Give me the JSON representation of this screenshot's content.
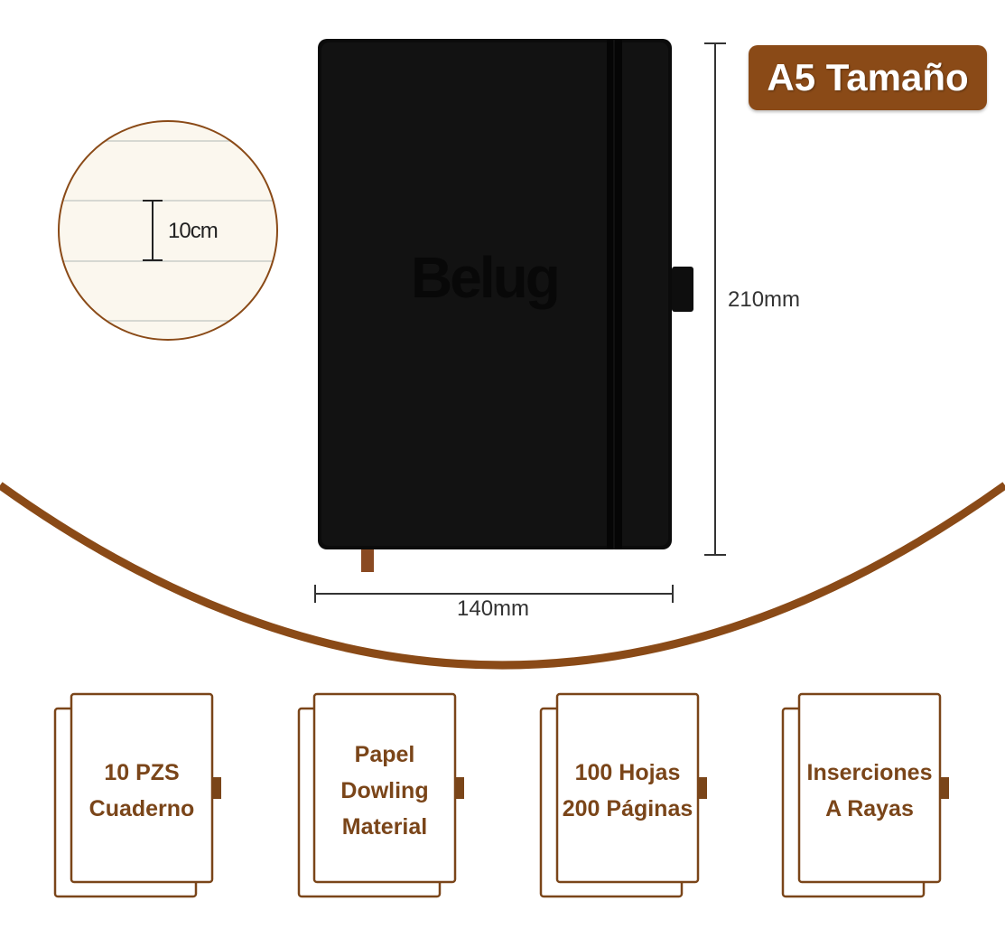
{
  "badge": {
    "text": "A5 Tamaño"
  },
  "product": {
    "logo": "Belug"
  },
  "dimensions": {
    "height": "210mm",
    "width": "140mm",
    "line_spacing": "10cm"
  },
  "features": [
    {
      "line1": "10 PZS",
      "line2": "Cuaderno",
      "line3": ""
    },
    {
      "line1": "Papel",
      "line2": "Dowling",
      "line3": "Material"
    },
    {
      "line1": "100 Hojas",
      "line2": "200 Páginas",
      "line3": ""
    },
    {
      "line1": "Inserciones",
      "line2": "A Rayas",
      "line3": ""
    }
  ],
  "colors": {
    "accent": "#8a4a17",
    "notebook": "#0b0b0b",
    "paper": "#fbf7ee"
  }
}
